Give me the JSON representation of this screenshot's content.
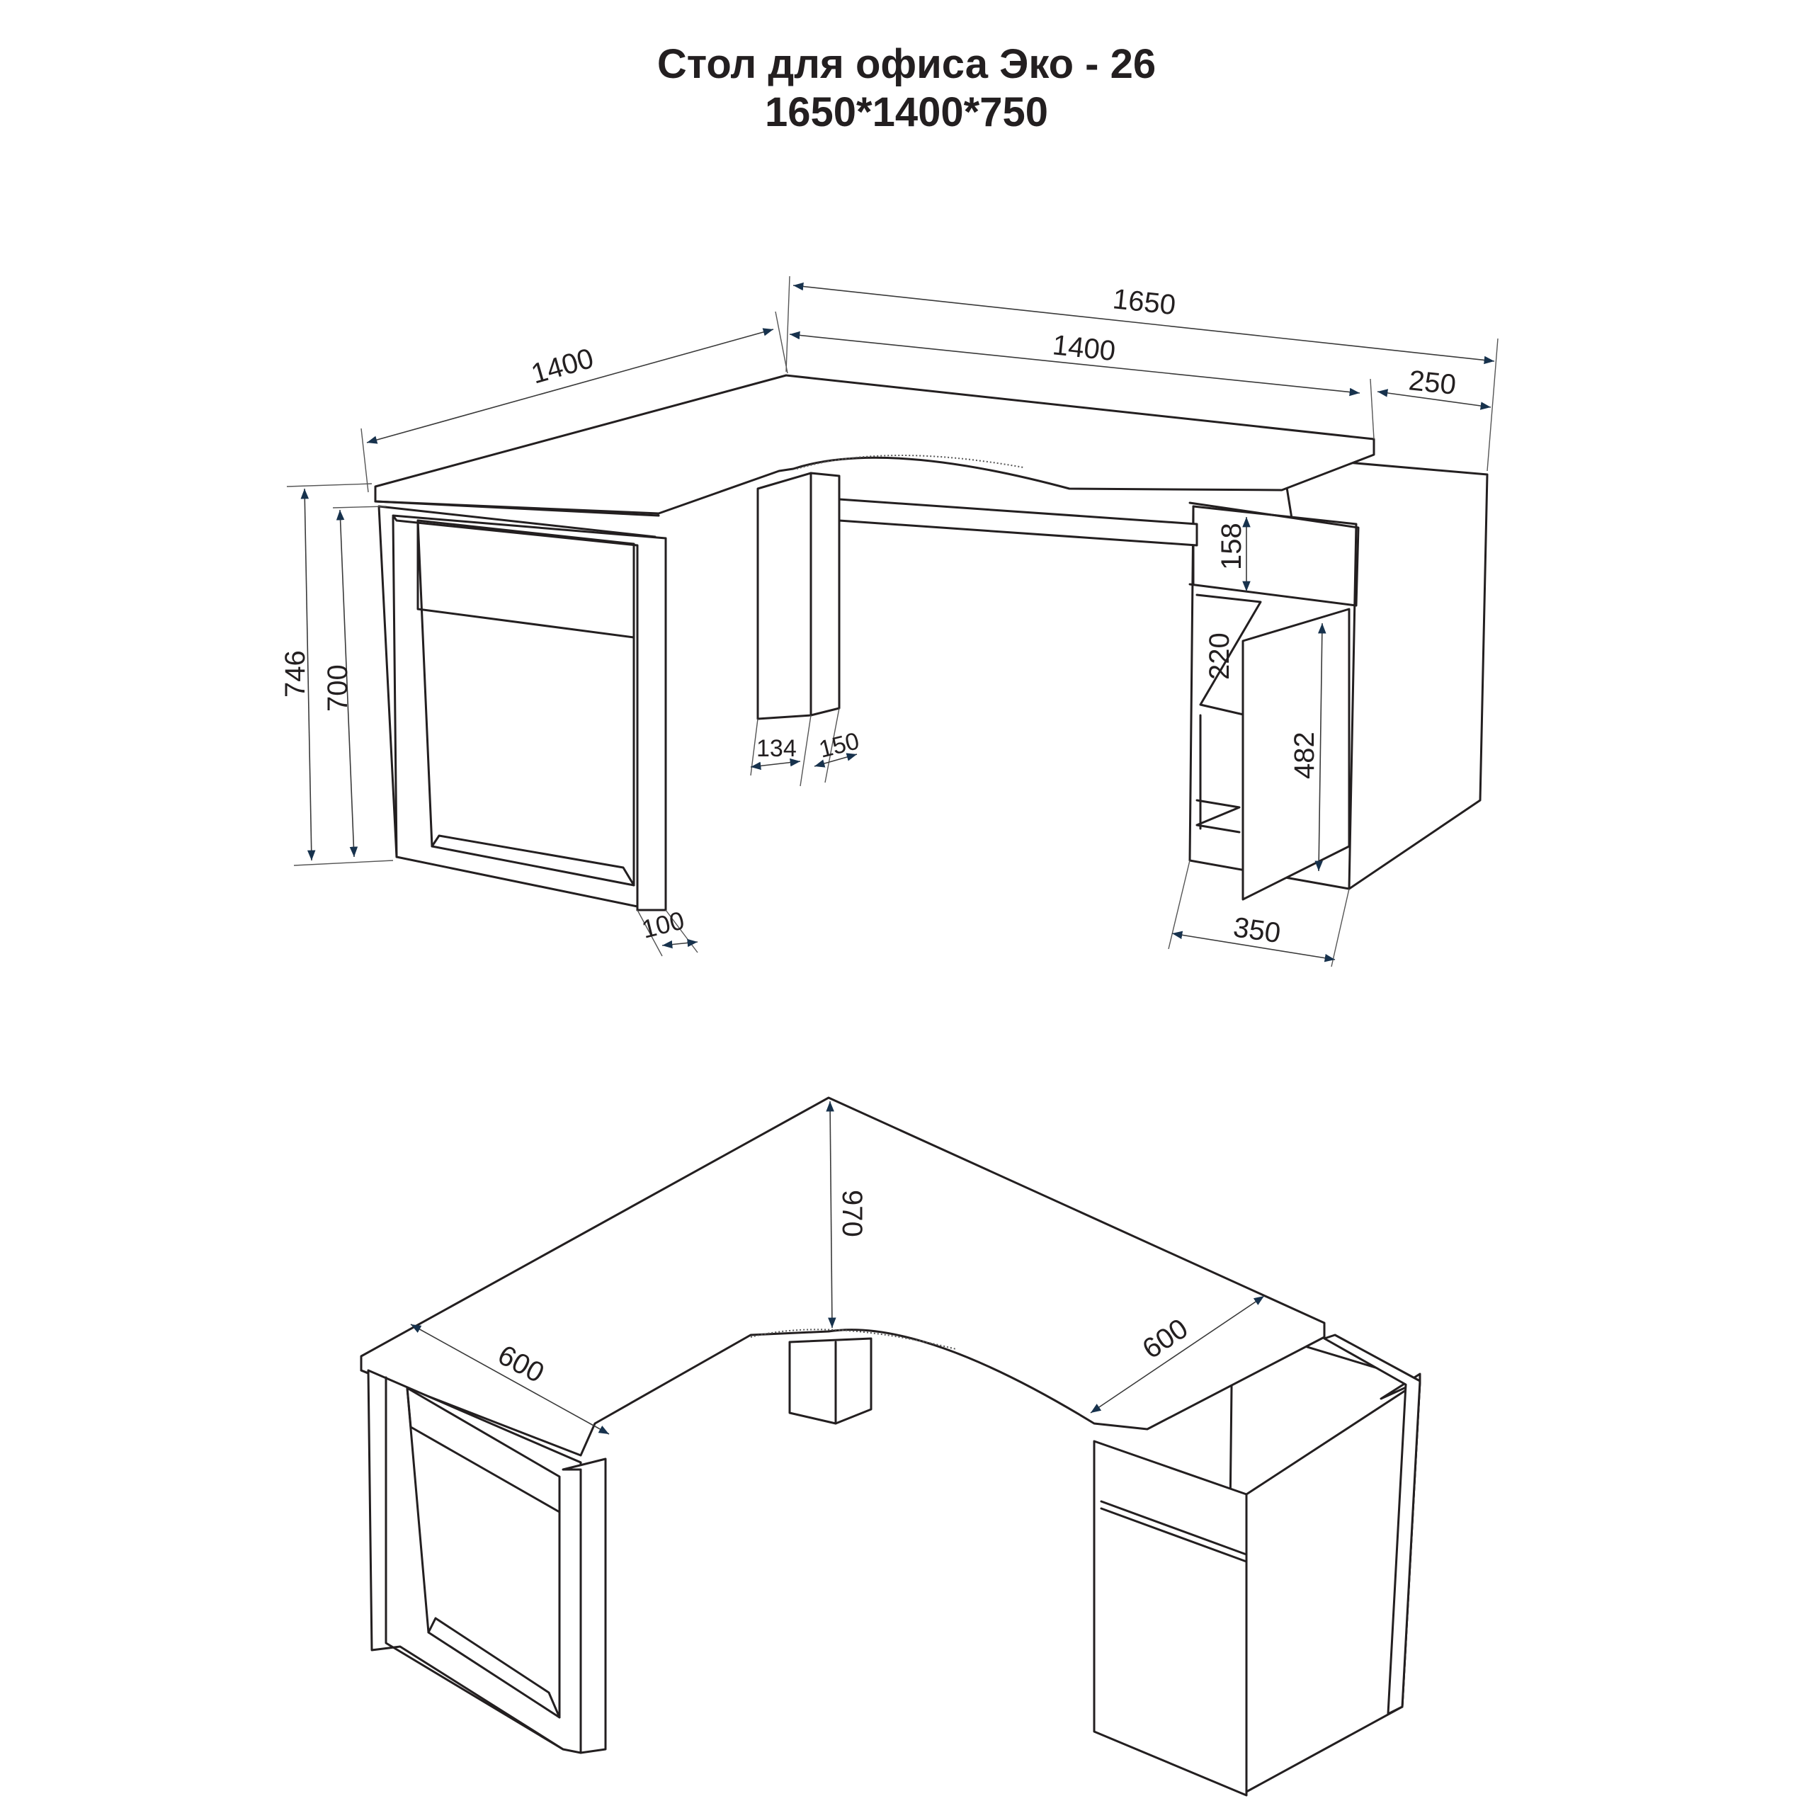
{
  "title": {
    "line1": "Стол для офиса Эко - 26",
    "line2": "1650*1400*750"
  },
  "dimensions": {
    "top_view": {
      "left_width": "1400",
      "total_width": "1650",
      "right_width": "1400",
      "extension": "250",
      "height_total": "746",
      "height_leg": "700",
      "drawer_height": "158",
      "shelf_gap": "220",
      "door_height": "482",
      "leg_a": "134",
      "leg_b": "150",
      "panel_thickness": "100",
      "cabinet_depth": "350"
    },
    "bottom_view": {
      "left_depth": "600",
      "right_depth": "600",
      "corner_depth": "970"
    }
  },
  "colors": {
    "line": "#231f20",
    "arrow": "#17324d"
  }
}
